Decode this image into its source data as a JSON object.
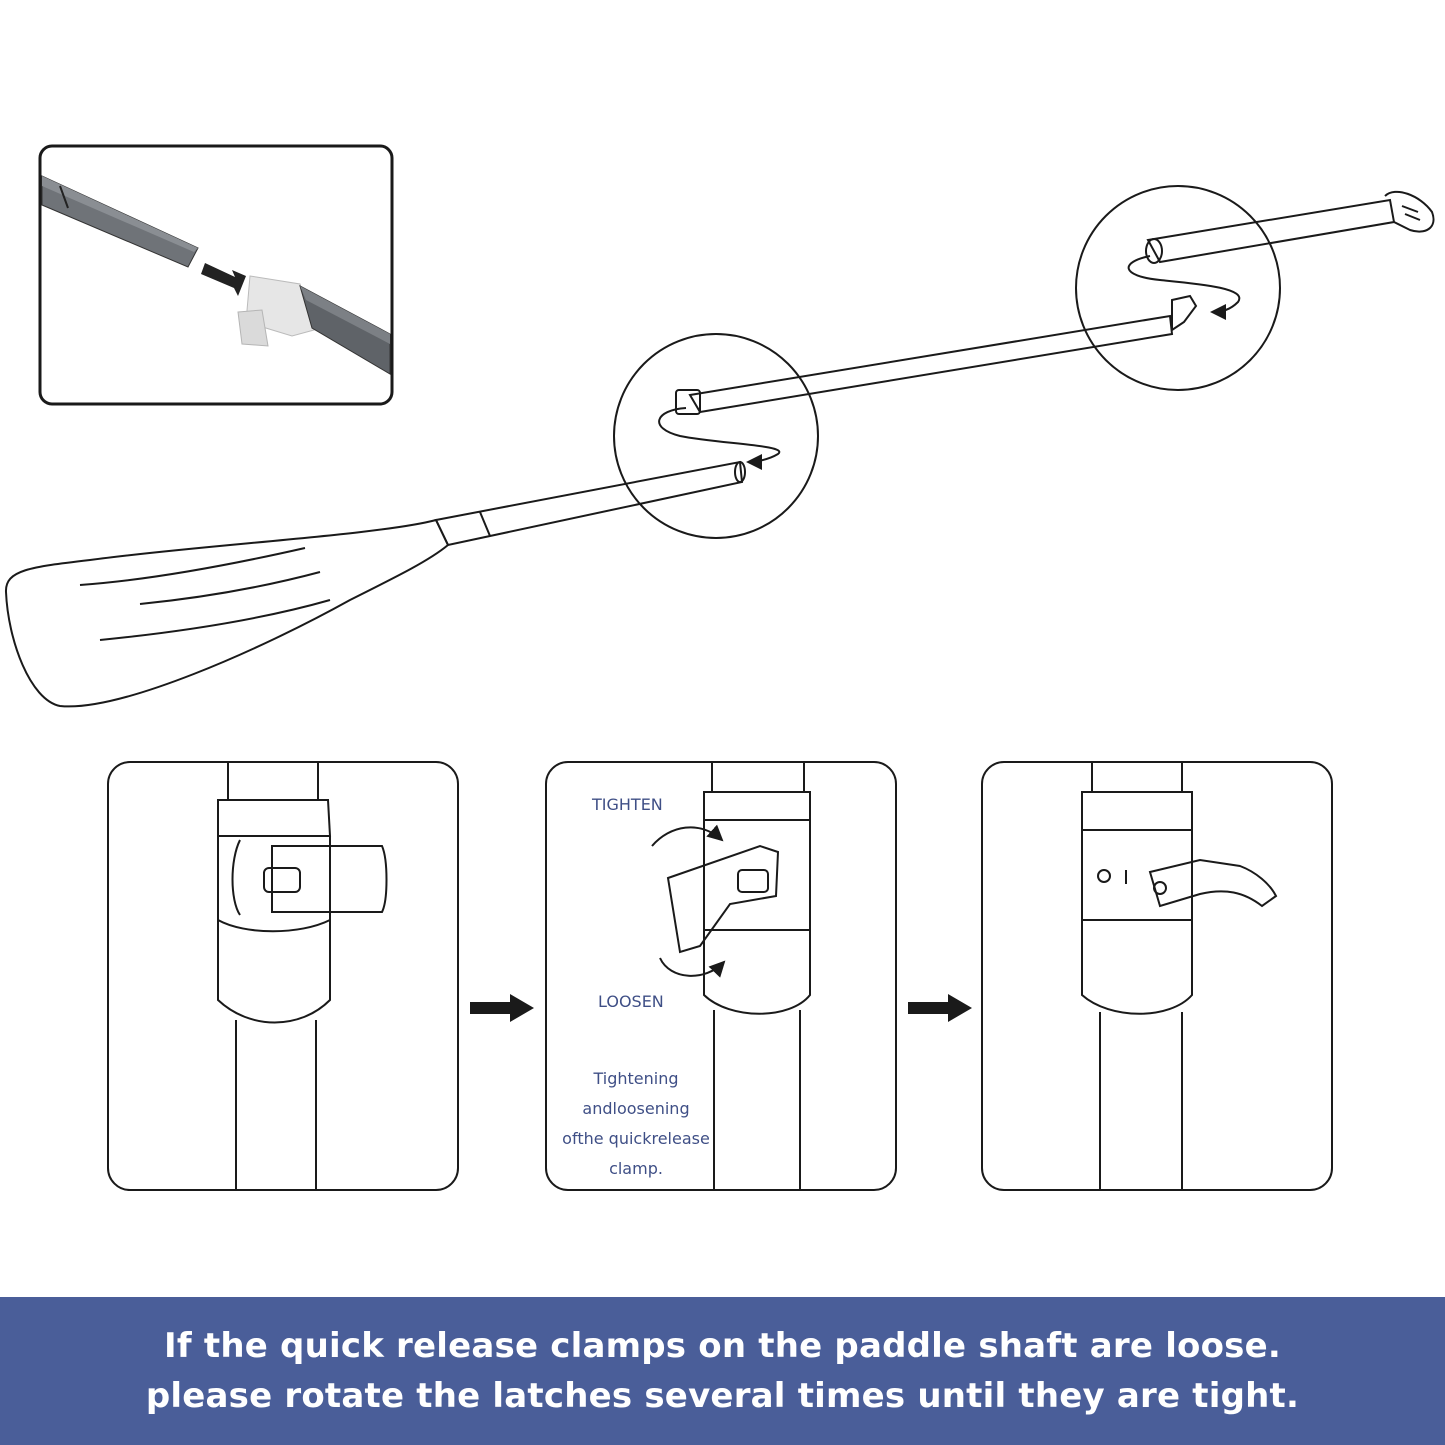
{
  "colors": {
    "line": "#1a1a1a",
    "label_text": "#3f4f86",
    "banner_background": "#4a5e99",
    "banner_text": "#ffffff",
    "inset_shaft": "#6f7378",
    "inset_clamp": "#e6e6e6"
  },
  "panel_2": {
    "tighten_label": "TIGHTEN",
    "loosen_label": "LOOSEN",
    "note_lines": [
      "Tightening",
      "andloosening",
      "ofthe quickrelease",
      "clamp."
    ]
  },
  "banner": {
    "line_1": "If the quick release clamps on the paddle shaft are loose.",
    "line_2": "please rotate the latches several times until they are tight."
  },
  "icons": [
    "inset-photo",
    "paddle-blade-icon",
    "detail-circle-icon",
    "curved-arrow-icon",
    "right-arrow-icon",
    "clamp-lever-icon"
  ]
}
